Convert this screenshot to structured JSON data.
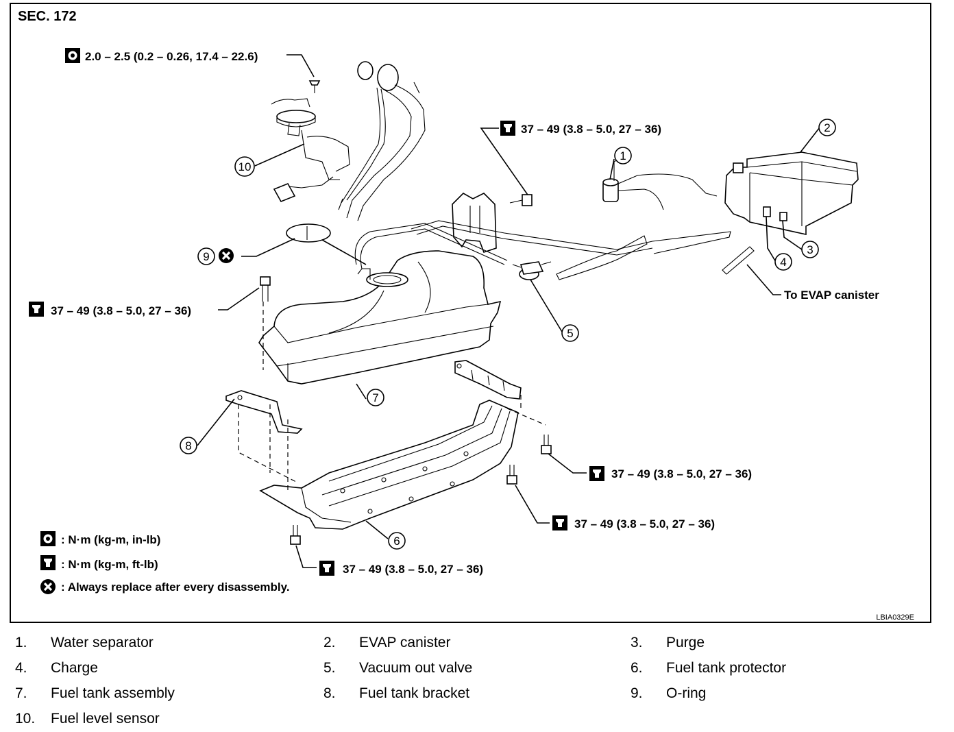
{
  "section": "SEC. 172",
  "torque_small": "2.0 – 2.5 (0.2 – 0.26, 17.4 – 22.6)",
  "torque_std": "37 – 49 (3.8 – 5.0, 27 – 36)",
  "to_evap": "To EVAP canister",
  "symbol_legend": {
    "nm_inlb": ": N·m (kg-m, in-lb)",
    "nm_ftlb": ": N·m (kg-m, ft-lb)",
    "replace": ": Always replace after every disassembly."
  },
  "figure_code": "LBIA0329E",
  "callouts": [
    "1",
    "2",
    "3",
    "4",
    "5",
    "6",
    "7",
    "8",
    "9",
    "10"
  ],
  "parts": [
    {
      "num": "1.",
      "name": "Water separator"
    },
    {
      "num": "2.",
      "name": "EVAP canister"
    },
    {
      "num": "3.",
      "name": "Purge"
    },
    {
      "num": "4.",
      "name": "Charge"
    },
    {
      "num": "5.",
      "name": "Vacuum out valve"
    },
    {
      "num": "6.",
      "name": "Fuel tank protector"
    },
    {
      "num": "7.",
      "name": "Fuel tank assembly"
    },
    {
      "num": "8.",
      "name": "Fuel tank bracket"
    },
    {
      "num": "9.",
      "name": "O-ring"
    },
    {
      "num": "10.",
      "name": "Fuel level sensor"
    }
  ],
  "icons": {
    "torque_inlb": "torque-wrench-inlb-icon",
    "torque_ftlb": "torque-wrench-ftlb-icon",
    "replace": "replace-x-icon"
  }
}
